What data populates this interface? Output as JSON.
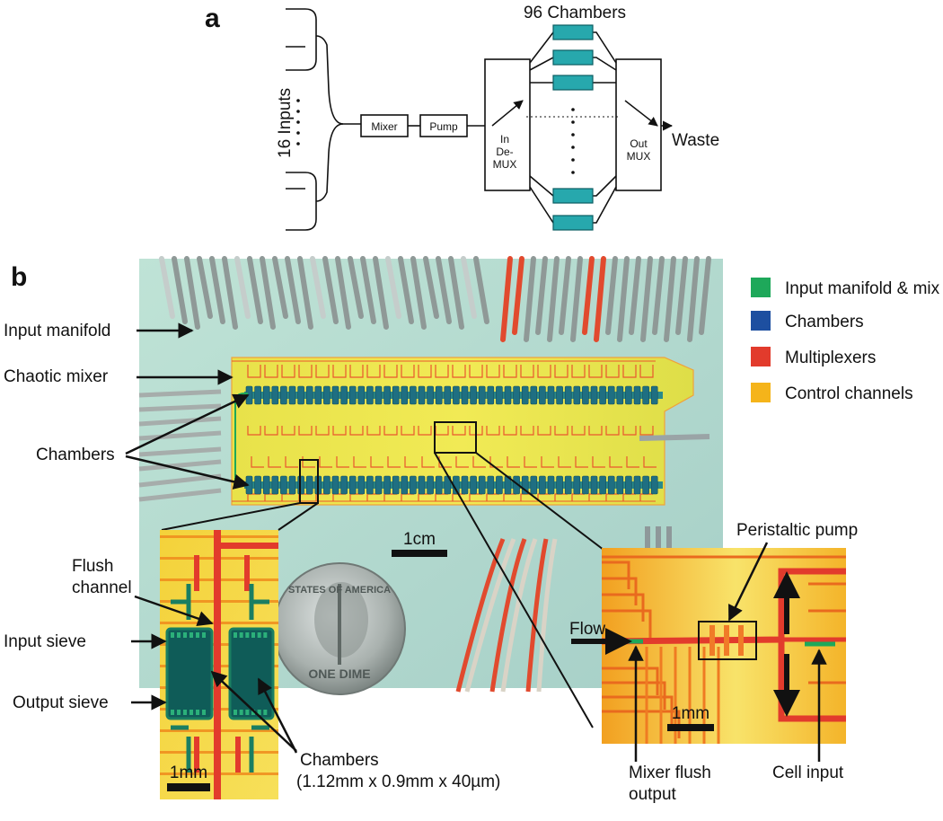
{
  "panel_a": {
    "letter": "a",
    "inputs_label": "16 Inputs",
    "chambers_label": "96 Chambers",
    "mixer_label": "Mixer",
    "pump_label": "Pump",
    "demux_label_1": "In",
    "demux_label_2": "De-",
    "demux_label_3": "MUX",
    "mux_label_1": "Out",
    "mux_label_2": "MUX",
    "waste_label": "Waste"
  },
  "panel_b": {
    "letter": "b",
    "legend": [
      {
        "label": "Input manifold & mix",
        "color": "#1ea85a"
      },
      {
        "label": "Chambers",
        "color": "#1d4fa0"
      },
      {
        "label": "Multiplexers",
        "color": "#e23b2c"
      },
      {
        "label": "Control channels",
        "color": "#f5b41a"
      }
    ],
    "callouts": {
      "input_manifold": "Input manifold",
      "chaotic_mixer": "Chaotic mixer",
      "chambers": "Chambers",
      "flush_channel_1": "Flush",
      "flush_channel_2": "channel",
      "input_sieve": "Input sieve",
      "output_sieve": "Output sieve",
      "chambers_detail_1": "Chambers",
      "chambers_detail_2": "(1.12mm x 0.9mm x 40µm)",
      "peristaltic_pump": "Peristaltic pump",
      "flow": "Flow",
      "mixer_flush_1": "Mixer flush",
      "mixer_flush_2": "output",
      "cell_input": "Cell input"
    },
    "scale_bars": {
      "main": "1cm",
      "left_inset": "1mm",
      "right_inset": "1mm"
    },
    "coin_text": {
      "top": "STATES OF AMERICA",
      "bottom": "ONE DIME"
    }
  }
}
